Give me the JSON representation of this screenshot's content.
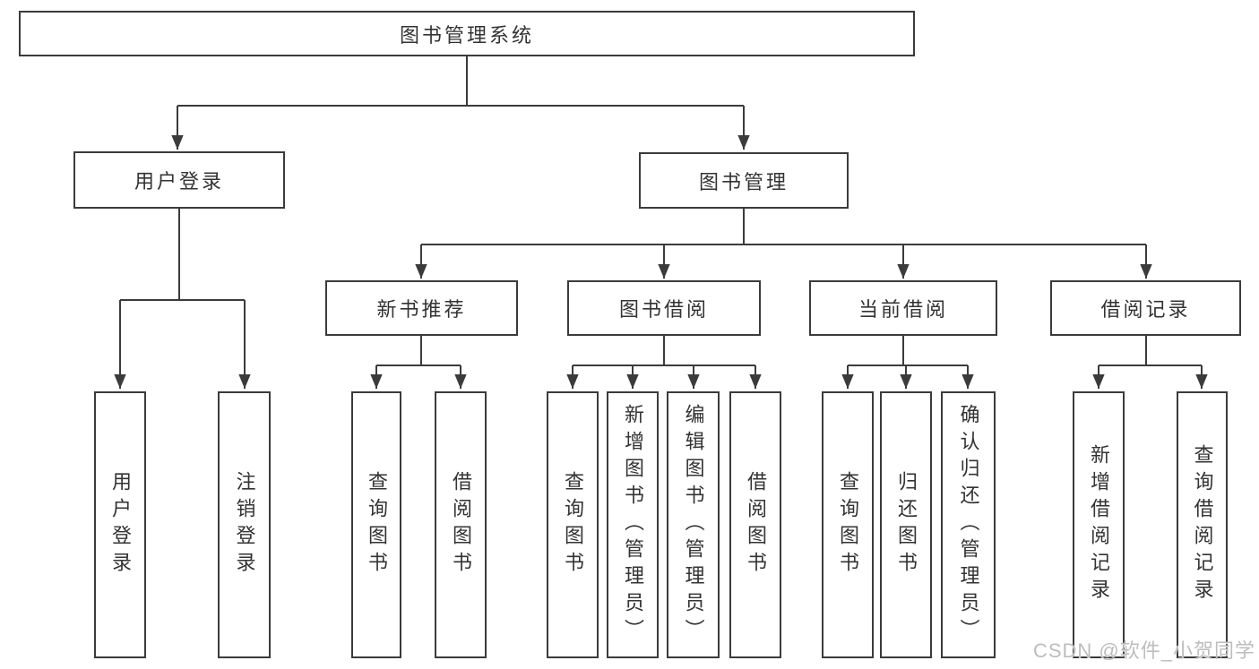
{
  "colors": {
    "line": "#3b3b3b",
    "box_border": "#3b3b3b",
    "text": "#333333",
    "watermark": "#bdbdbd",
    "background": "#ffffff"
  },
  "tree": {
    "label": "图书管理系统",
    "children": [
      {
        "label": "用户登录",
        "children": [
          {
            "label": "用户登录"
          },
          {
            "label": "注销登录"
          }
        ]
      },
      {
        "label": "图书管理",
        "children": [
          {
            "label": "新书推荐",
            "children": [
              {
                "label": "查询图书"
              },
              {
                "label": "借阅图书"
              }
            ]
          },
          {
            "label": "图书借阅",
            "children": [
              {
                "label": "查询图书"
              },
              {
                "label": "新增图书（管理员）"
              },
              {
                "label": "编辑图书（管理员）"
              },
              {
                "label": "借阅图书"
              }
            ]
          },
          {
            "label": "当前借阅",
            "children": [
              {
                "label": "查询图书"
              },
              {
                "label": "归还图书"
              },
              {
                "label": "确认归还（管理员）"
              }
            ]
          },
          {
            "label": "借阅记录",
            "children": [
              {
                "label": "新增借阅记录"
              },
              {
                "label": "查询借阅记录"
              }
            ]
          }
        ]
      }
    ]
  },
  "watermark": {
    "text": "CSDN @软件_小贺同学"
  }
}
